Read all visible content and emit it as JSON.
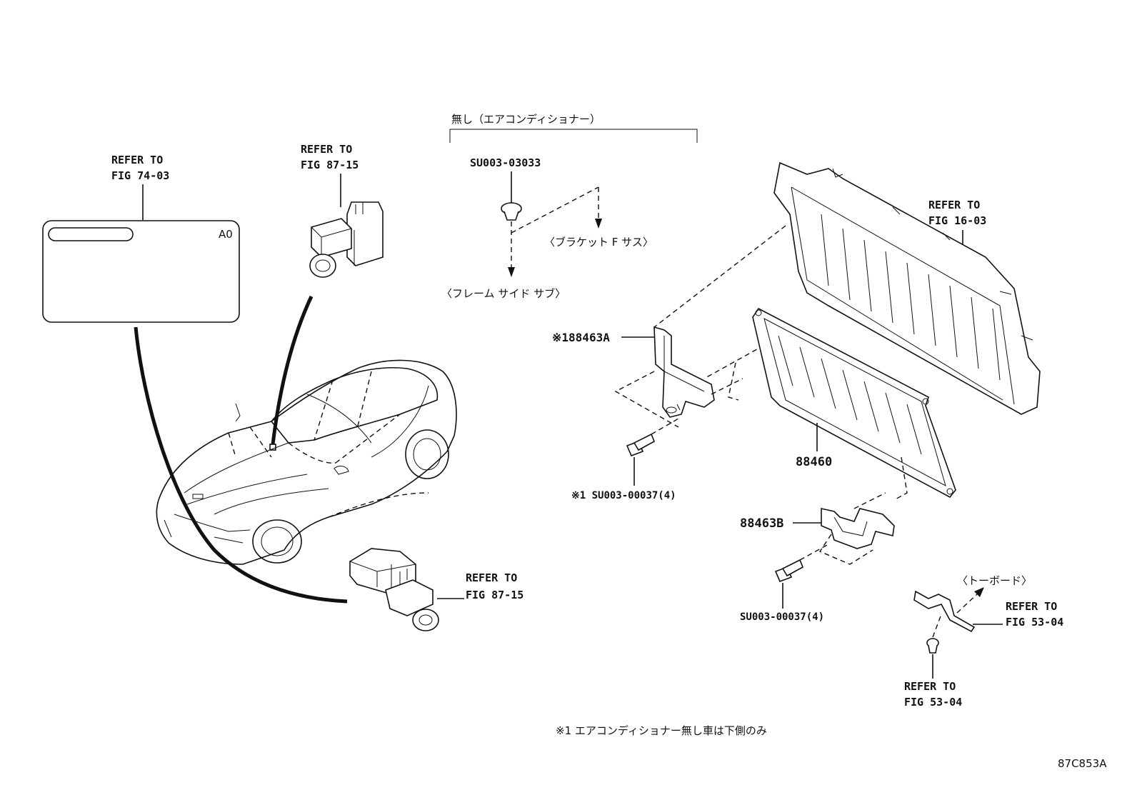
{
  "labels": {
    "refer_74_03_line1": "REFER TO",
    "refer_74_03_line2": "FIG 74-03",
    "label_code": "A0",
    "refer_87_15_top_line1": "REFER TO",
    "refer_87_15_top_line2": "FIG 87-15",
    "refer_87_15_bottom_line1": "REFER TO",
    "refer_87_15_bottom_line2": "FIG 87-15",
    "no_aircon": "無し（エアコンディショナー）",
    "clip_part": "SU003-03033",
    "bracket_f_sus": "〈ブラケット F サス〉",
    "frame_side_sub": "〈フレーム サイド サブ〉",
    "refer_16_03_line1": "REFER TO",
    "refer_16_03_line2": "FIG 16-03",
    "bracket_a": "※188463A",
    "bolt_upper": "※1 SU003-00037(4)",
    "condenser": "88460",
    "bracket_b": "88463B",
    "bolt_lower": "SU003-00037(4)",
    "toe_board": "〈トーボード〉",
    "refer_53_04_right_line1": "REFER TO",
    "refer_53_04_right_line2": "FIG 53-04",
    "refer_53_04_bottom_line1": "REFER TO",
    "refer_53_04_bottom_line2": "FIG 53-04",
    "footnote": "※1 エアコンディショナー無し車は下側のみ",
    "figure_id": "87C853A"
  }
}
